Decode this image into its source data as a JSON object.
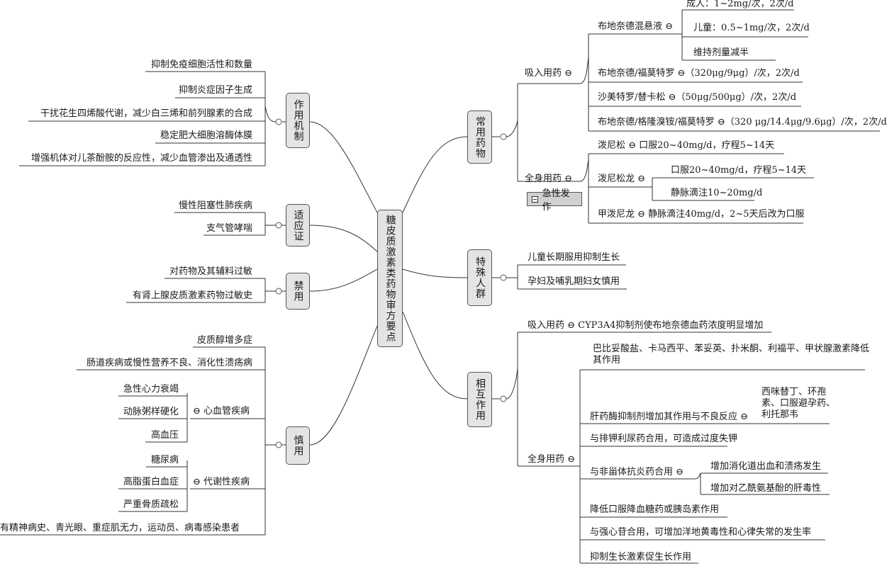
{
  "root": "糖皮质激素类药物审方要点",
  "left": {
    "mechanism": {
      "title": "作用机制",
      "items": [
        "抑制免疫细胞活性和数量",
        "抑制炎症因子生成",
        "干扰花生四烯酸代谢，减少白三烯和前列腺素的合成",
        "稳定肥大细胞溶酶体膜",
        "增强机体对儿茶酚胺的反应性，减少血管渗出及通透性"
      ]
    },
    "indication": {
      "title": "适应证",
      "items": [
        "慢性阻塞性肺疾病",
        "支气管哮喘"
      ]
    },
    "contraindication": {
      "title": "禁用",
      "items": [
        "对药物及其辅料过敏",
        "有肾上腺皮质激素药物过敏史"
      ]
    },
    "caution": {
      "title": "慎用",
      "items": [
        "皮质醇增多症",
        "肠道疾病或慢性营养不良、消化性溃疡病"
      ],
      "cardio": {
        "label": "⊖ 心血管疾病",
        "items": [
          "急性心力衰竭",
          "动脉粥样硬化",
          "高血压"
        ]
      },
      "metabolic": {
        "label": "⊖ 代谢性疾病",
        "items": [
          "糖尿病",
          "高脂蛋白血症",
          "严重骨质疏松"
        ]
      },
      "last": "有精神病史、青光眼、重症肌无力，运动员、病毒感染患者"
    }
  },
  "right": {
    "common": {
      "title": "常用药物",
      "inhaled": {
        "label": "吸入用药 ⊖",
        "budesonide_susp": {
          "label": "布地奈德混悬液 ⊖",
          "items": [
            "成人：1~2mg/次，2次/d",
            "儿童：0.5~1mg/次，2次/d",
            "维持剂量减半"
          ]
        },
        "combos": [
          "布地奈德/福莫特罗 ⊖（320μg/9μg）/次，2次/d",
          "沙美特罗/替卡松 ⊖（50μg/500μg）/次，2次/d",
          "布地奈德/格隆溴铵/福莫特罗 ⊖（320 μg/14.4μg/9.6μg）/次，2次/d"
        ]
      },
      "systemic": {
        "label": "全身用药 ⊖",
        "tag": "急性发作",
        "prednisone": "泼尼松 ⊖ 口服20~40mg/d，疗程5~14天",
        "prednisolone": {
          "label": "泼尼松龙 ⊖",
          "items": [
            "口服20~40mg/d，疗程5~14天",
            "静脉滴注10~20mg/d"
          ]
        },
        "methylpred": "甲泼尼龙 ⊖ 静脉滴注40mg/d，2~5天后改为口服"
      }
    },
    "special": {
      "title": "特殊人群",
      "items": [
        "儿童长期服用抑制生长",
        "孕妇及哺乳期妇女慎用"
      ]
    },
    "interaction": {
      "title": "相互作用",
      "inhaled": "吸入用药 ⊖ CYP3A4抑制剂使布地奈德血药浓度明显增加",
      "systemic": {
        "label": "全身用药 ⊖",
        "barbiturate": "巴比妥酸盐、卡马西平、苯妥英、扑米酮、利福平、甲状腺激素降低其作用",
        "liver_inhib": {
          "label": "肝药酶抑制剂增加其作用与不良反应 ⊖",
          "detail": "西咪替丁、环孢素、口服避孕药、利托那韦"
        },
        "diuretic": "与排钾利尿药合用，可造成过度失钾",
        "nsaid": {
          "label": "与非甾体抗炎药合用 ⊖",
          "items": [
            "增加消化道出血和溃疡发生",
            "增加对乙酰氨基酚的肝毒性"
          ]
        },
        "hypoglycemic": "降低口服降血糖药或胰岛素作用",
        "digitalis": "与强心苷合用，可增加洋地黄毒性和心律失常的发生率",
        "gh": "抑制生长激素促生长作用"
      }
    }
  }
}
